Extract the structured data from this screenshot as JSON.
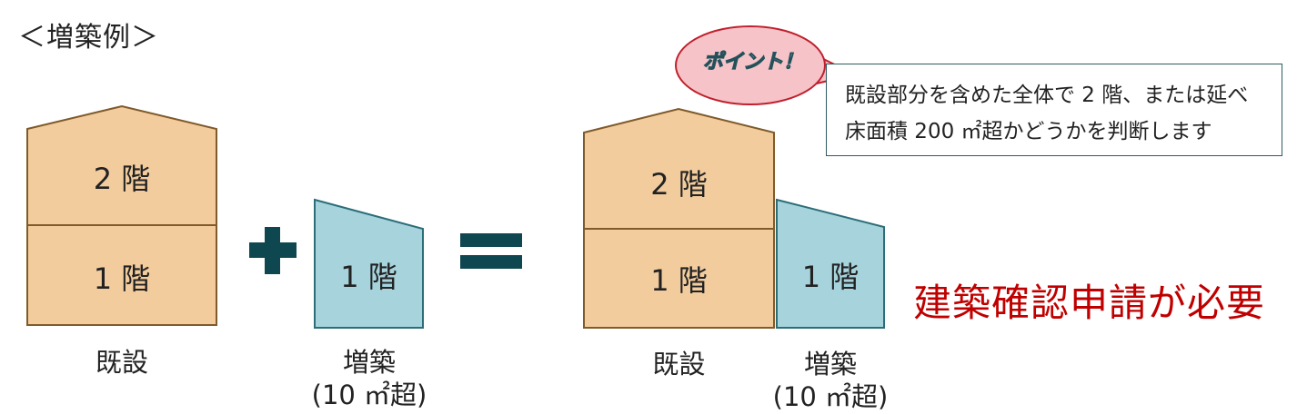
{
  "heading": "＜増築例＞",
  "left_diagram": {
    "existing_floor2": "2 階",
    "existing_floor1": "1 階",
    "existing_label": "既設",
    "addition_floor1": "1 階",
    "addition_label": "増築",
    "addition_size": "(10 ㎡超)"
  },
  "right_diagram": {
    "existing_floor2": "2 階",
    "existing_floor1": "1 階",
    "existing_label": "既設",
    "addition_floor1": "1 階",
    "addition_label": "増築",
    "addition_size": "(10 ㎡超)"
  },
  "callout": {
    "badge": "ポイント！",
    "line1": "既設部分を含めた全体で 2 階、または延べ",
    "line2": "床面積 200 ㎡超かどうかを判断します"
  },
  "result": "建築確認申請が必要",
  "colors": {
    "existing_fill": "#f2cc9d",
    "existing_stroke": "#7f5a2a",
    "addition_fill": "#a6d3dc",
    "addition_stroke": "#2b6e78",
    "operator": "#0f4750",
    "badge_fill": "#f5c3c8",
    "badge_stroke": "#c0202d",
    "result_text": "#c00000"
  }
}
